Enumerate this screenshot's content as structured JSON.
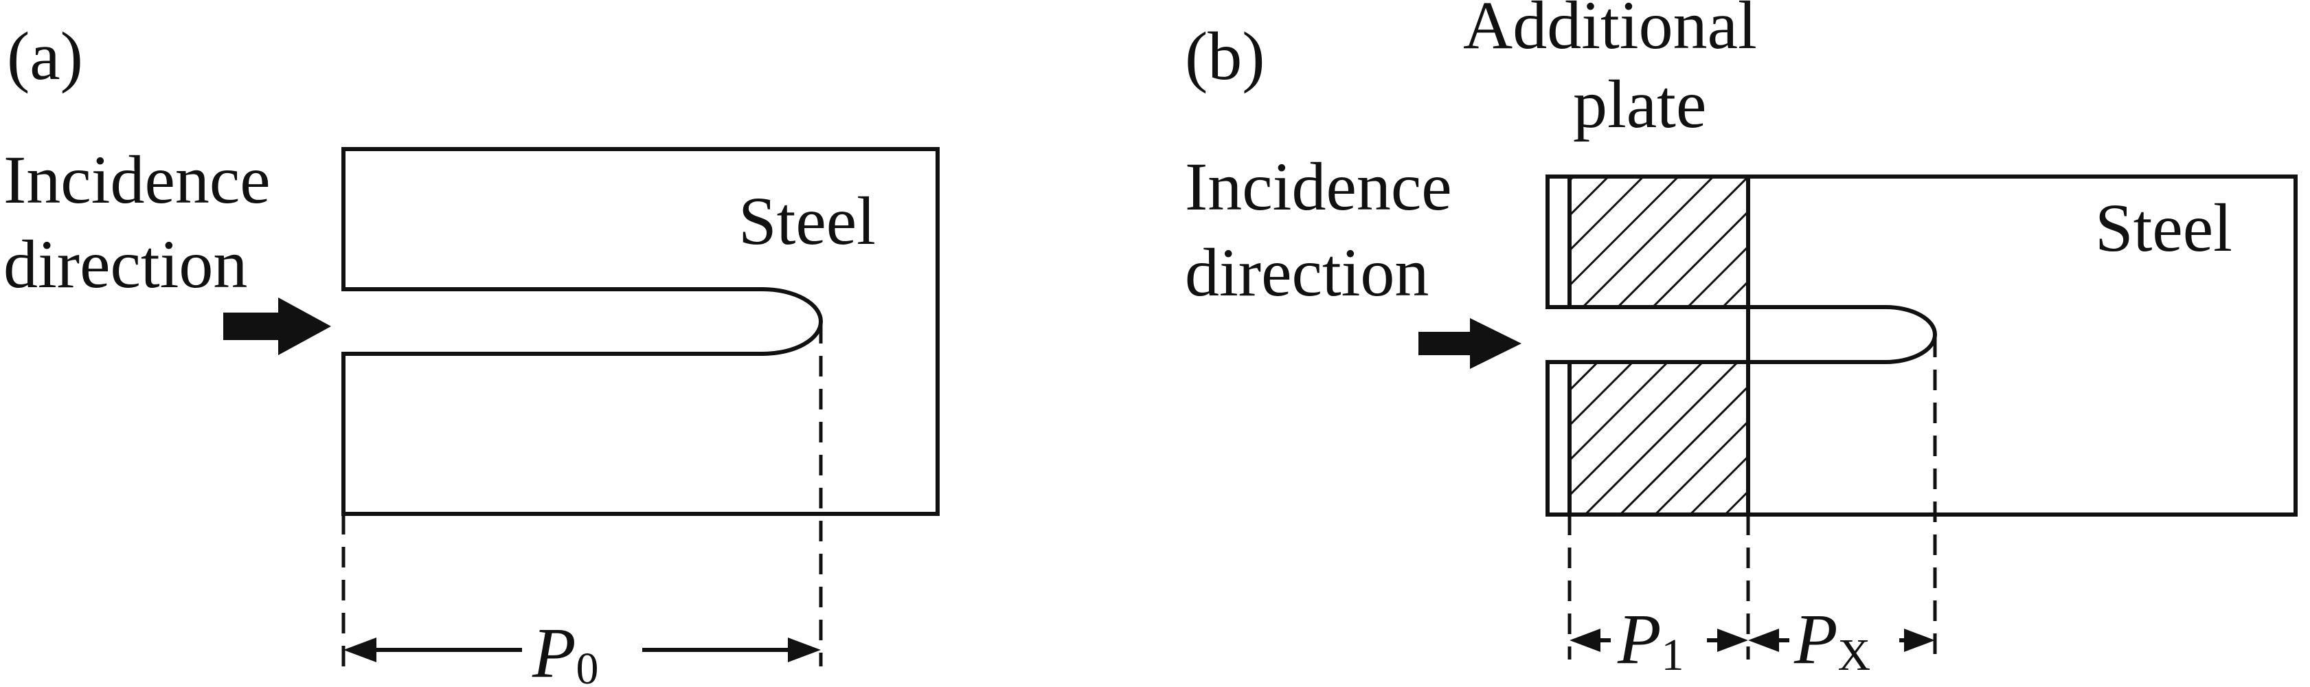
{
  "panel_a": {
    "tag": "(a)",
    "incidence_line1": "Incidence",
    "incidence_line2": "direction",
    "material_label": "Steel",
    "dimension": {
      "symbol": "P",
      "subscript": "0"
    }
  },
  "panel_b": {
    "tag": "(b)",
    "plate_line1": "Additional",
    "plate_line2": "plate",
    "incidence_line1": "Incidence",
    "incidence_line2": "direction",
    "material_label": "Steel",
    "dimension_1": {
      "symbol": "P",
      "subscript": "1"
    },
    "dimension_2": {
      "symbol": "P",
      "subscript": "X"
    }
  },
  "colors": {
    "ink": "#111111",
    "background": "#ffffff"
  }
}
